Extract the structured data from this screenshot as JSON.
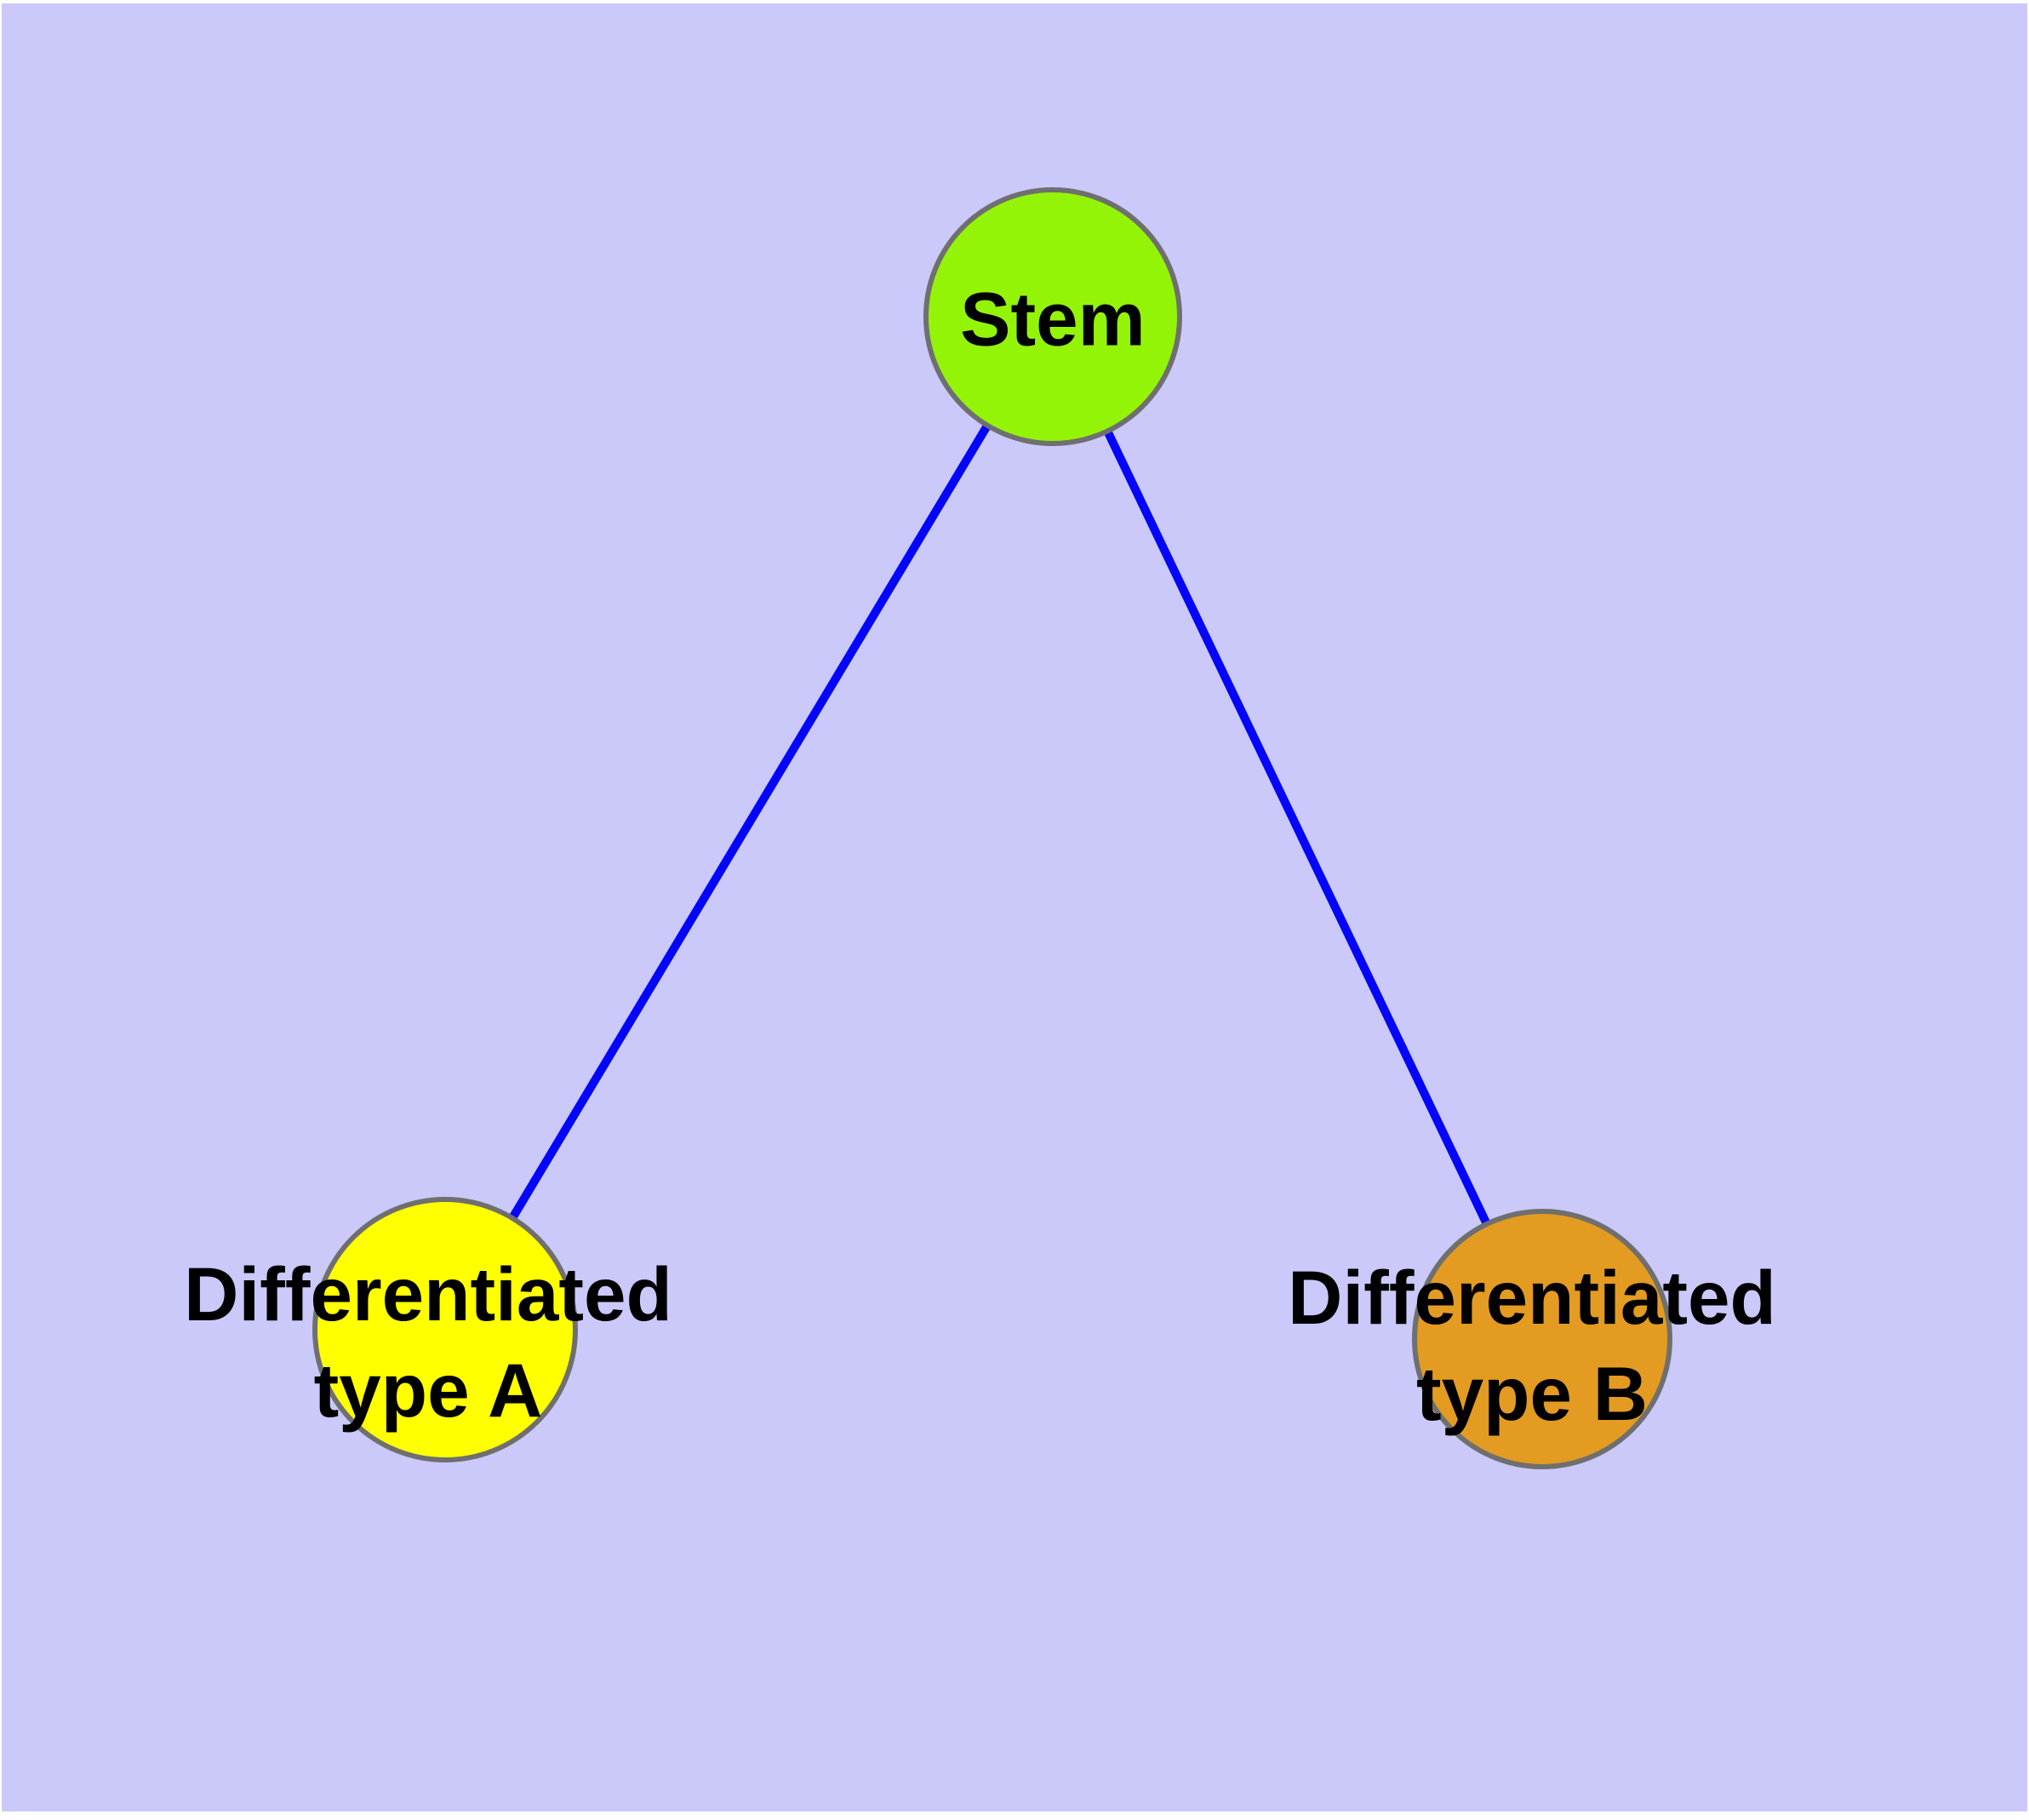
{
  "theme": {
    "canvas_bg": "#CAC9FA",
    "edge_color": "#0505FA",
    "node_border": "#6F6F6F",
    "label_color": "#000000",
    "stem_fill": "#94F408",
    "type_a_fill": "#FFFF00",
    "type_b_fill": "#E39B21"
  },
  "diagram": {
    "type": "node-link graph",
    "nodes": {
      "stem": {
        "label": "Stem"
      },
      "type_a": {
        "label": "Differentiated\ntype A"
      },
      "type_b": {
        "label": "Differentiated\ntype B"
      }
    },
    "edges": [
      {
        "from": "Stem",
        "to": "Differentiated type A"
      },
      {
        "from": "Stem",
        "to": "Differentiated type B"
      }
    ]
  }
}
